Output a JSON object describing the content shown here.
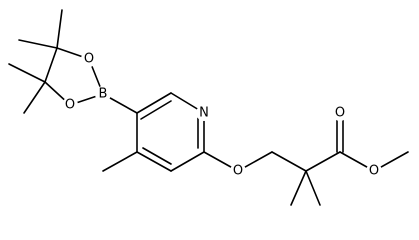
{
  "molecule": {
    "atoms": {
      "N": "N",
      "B": "B",
      "O_ring_top": "O",
      "O_ring_bottom": "O",
      "O_ether": "O",
      "O_carbonyl": "O",
      "O_ester": "O"
    },
    "colors": {
      "bond": "#000000",
      "label": "#000000",
      "background": "#ffffff"
    }
  }
}
